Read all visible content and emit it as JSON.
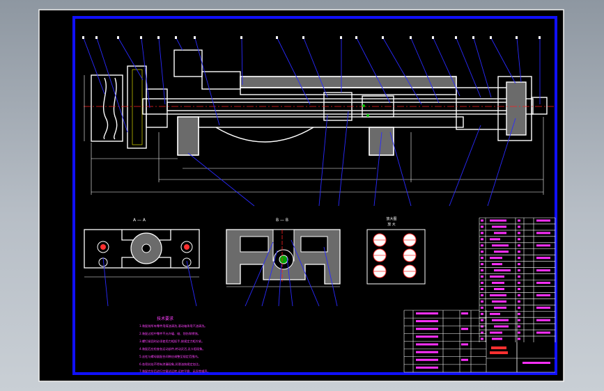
{
  "drawing": {
    "section_A_title": "A — A",
    "section_B_title": "B — B",
    "detail_title": "放大图",
    "detail_subtitle": "放 大",
    "notes_title": "技术要求",
    "notes": [
      "1.装配前所有零件用煤油清洗,滚动轴承用汽油清洗。",
      "2.装配过程中零件不允许磕、碰、划伤和锈蚀。",
      "3.螺钉紧固时必须使用力矩扳手,按规定力矩拧紧。",
      "4.装配后应检查各运动部件,转动灵活,无卡阻现象。",
      "5.丝杠与螺母副配合间隙应调整至规定范围内。",
      "6.各密封处不得有渗漏现象,润滑油按规定加注。",
      "7.装配完毕后进行空载试运转,运转平稳、无异常噪声。"
    ],
    "colors": {
      "background": "#000000",
      "border": "#0000ff",
      "outline": "#ffffff",
      "leader": "#0000ff",
      "centerline": "#ff0000",
      "highlight": "#00c000",
      "table_text": "#ff00ff"
    }
  }
}
